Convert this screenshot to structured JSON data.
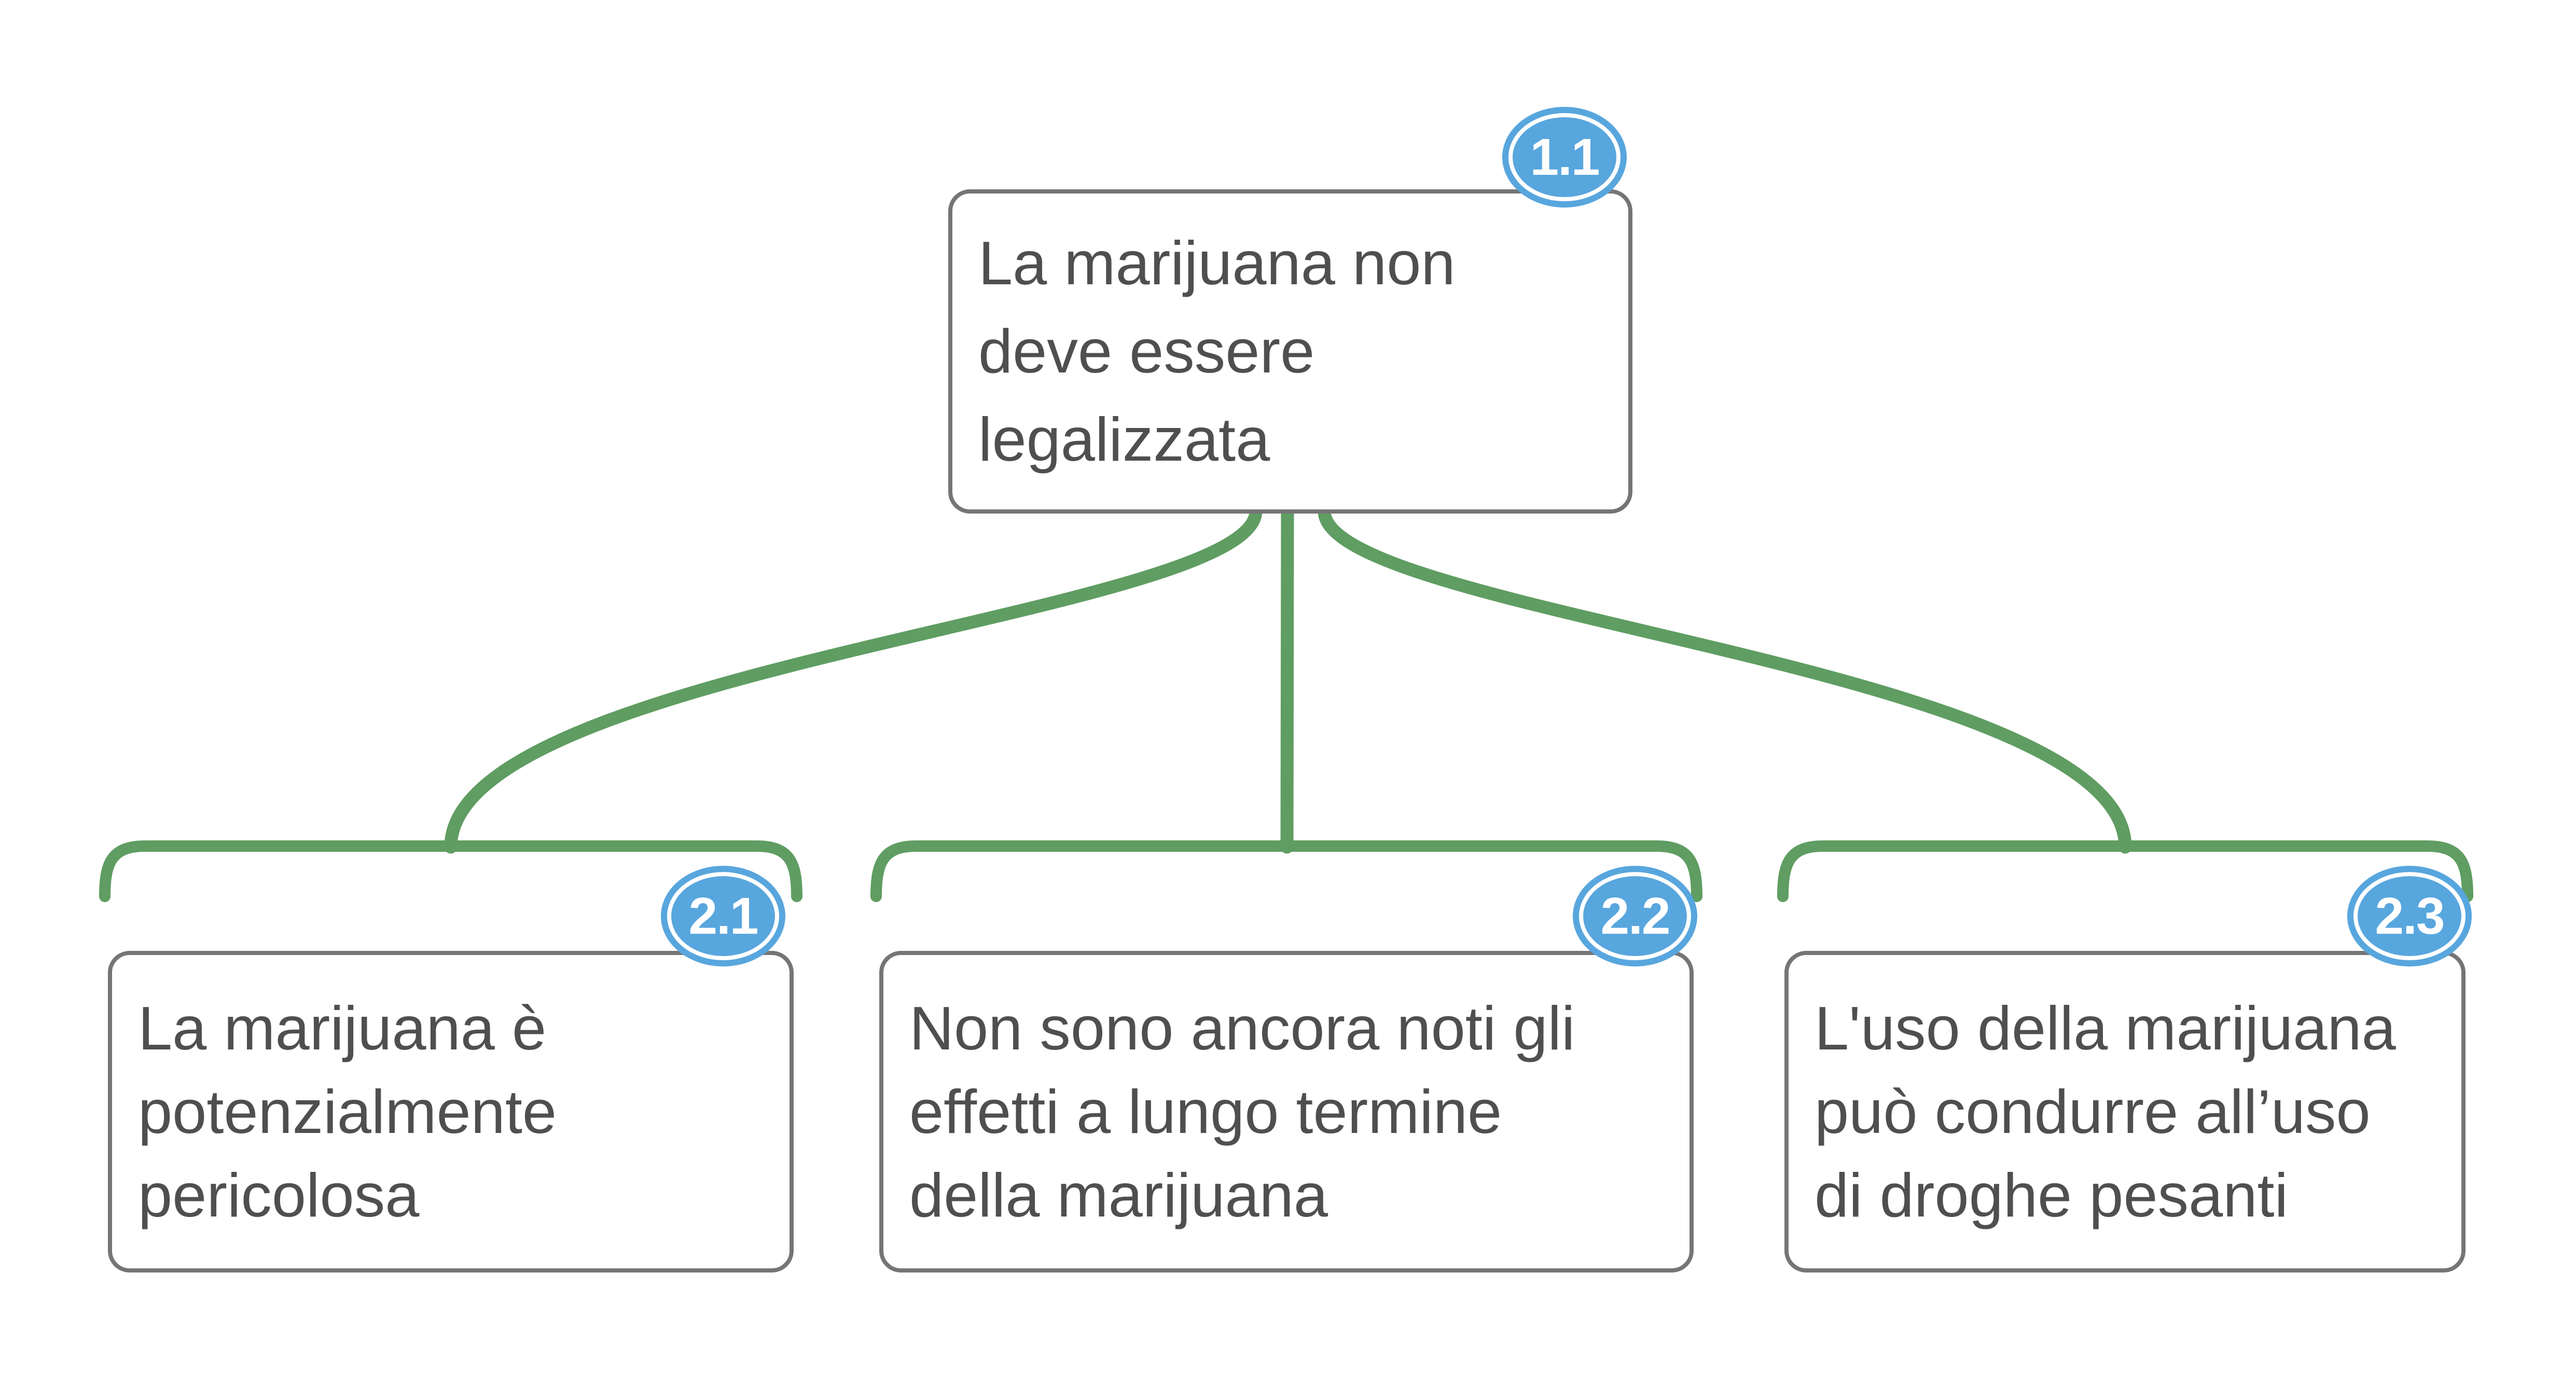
{
  "diagram": {
    "type": "argument-map",
    "background": "#ffffff",
    "colors": {
      "connector": "#5f9d62",
      "badge": "#58a6de",
      "badge_text": "#ffffff",
      "box_border": "#757575",
      "text": "#4f4f4f"
    },
    "root": {
      "id": "1.1",
      "text": "La marijuana non deve essere legalizzata",
      "lines": [
        "La marijuana non",
        "deve essere",
        "legalizzata"
      ]
    },
    "children": [
      {
        "id": "2.1",
        "text": "La marijuana è potenzialmente pericolosa",
        "lines": [
          "La marijuana è",
          "potenzialmente",
          "pericolosa"
        ]
      },
      {
        "id": "2.2",
        "text": "Non sono ancora noti gli effetti a lungo termine della marijuana",
        "lines": [
          "Non sono ancora noti gli",
          "effetti a lungo termine",
          "della marijuana"
        ]
      },
      {
        "id": "2.3",
        "text": "L'uso della marijuana può condurre all’uso di droghe pesanti",
        "lines": [
          "L'uso della marijuana",
          "può condurre all’uso",
          "di droghe pesanti"
        ]
      }
    ]
  }
}
